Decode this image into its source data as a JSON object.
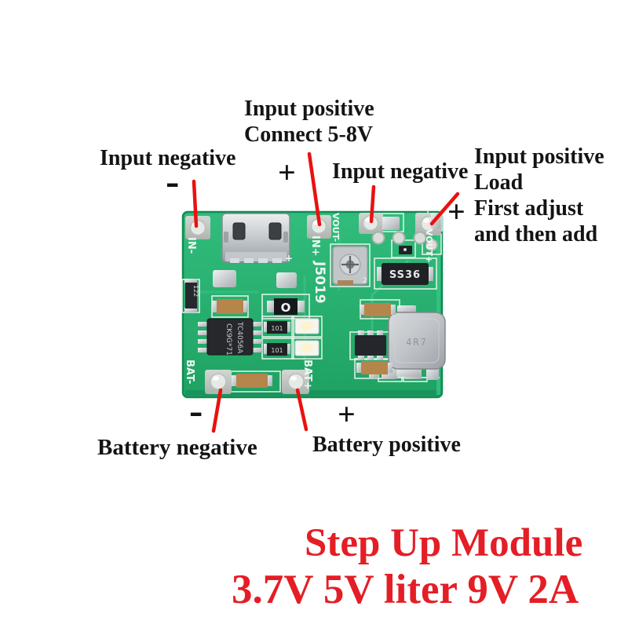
{
  "title": {
    "line1": "Step Up Module",
    "line2": "3.7V 5V liter 9V 2A",
    "color": "#e41e26"
  },
  "annotations": {
    "line_color": "#e8120f",
    "top_left": {
      "label": "Input negative",
      "sign": "-"
    },
    "top_center": {
      "line1": "Input positive",
      "line2": "Connect 5-8V",
      "sign": "+"
    },
    "top_mid": {
      "label": "Input negative"
    },
    "right": {
      "line1": "Input positive",
      "line2": "Load",
      "line3": "First adjust",
      "line4": "and then add",
      "sign": "+"
    },
    "bottom_left": {
      "label": "Battery negative",
      "sign": "-"
    },
    "bottom_right": {
      "label": "Battery positive",
      "sign": "+"
    }
  },
  "board": {
    "pcb_color": "#2ab573",
    "labels": {
      "in_minus": "IN-",
      "in_plus": "IN+",
      "vout_minus": "VOUT-",
      "vout_plus": "VOUT+",
      "bat_minus": "BAT-",
      "bat_plus": "BAT+",
      "model": "J5019",
      "usb_plus": "+",
      "trimmer_pin": "2"
    },
    "components": {
      "charge_ic_line1": "TC4056A",
      "charge_ic_line2": "CK9G*71",
      "schottky_diode": "SS36",
      "inductor": "4R7",
      "cap_code": "122",
      "res_code_1": "101",
      "res_code_2": "101",
      "diode_mark": "O"
    }
  }
}
